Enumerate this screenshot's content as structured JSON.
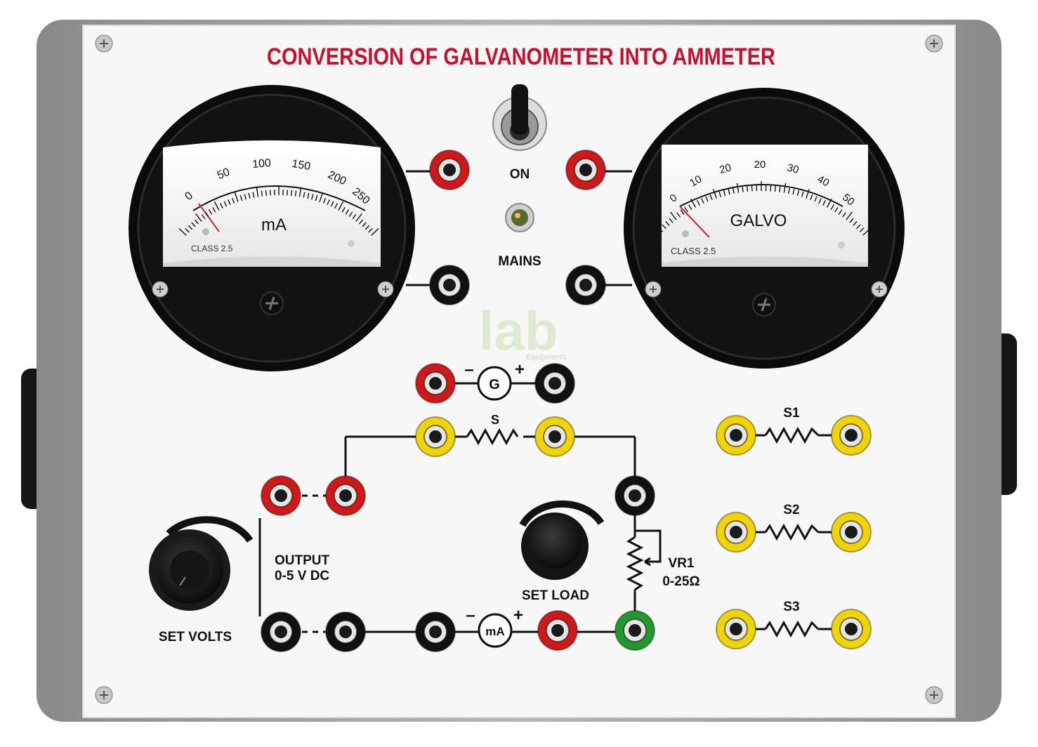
{
  "panel": {
    "title": "CONVERSION OF GALVANOMETER INTO AMMETER"
  },
  "switch": {
    "label": "ON"
  },
  "indicator": {
    "label": "MAINS"
  },
  "meter_ma": {
    "unit": "mA",
    "scale": [
      "0",
      "50",
      "100",
      "150",
      "200",
      "250"
    ],
    "class_text": "CLASS 2.5"
  },
  "meter_galvo": {
    "unit": "GALVO",
    "scale": [
      "0",
      "10",
      "20",
      "20",
      "30",
      "40",
      "50"
    ],
    "class_text": "CLASS 2.5"
  },
  "circuit": {
    "galvo_symbol": "G",
    "galvo_minus": "–",
    "galvo_plus": "+",
    "shunt_label": "S",
    "ammeter_symbol": "mA",
    "ammeter_minus": "–",
    "ammeter_plus": "+",
    "vr1_label": "VR1",
    "vr1_range": "0-25Ω",
    "output_label": "OUTPUT",
    "output_range": "0-5 V DC",
    "set_volts_label": "SET VOLTS",
    "set_load_label": "SET LOAD"
  },
  "resistors": [
    {
      "label": "S1"
    },
    {
      "label": "S2"
    },
    {
      "label": "S3"
    }
  ],
  "watermark": {
    "main": "lab",
    "sub": "Equipments"
  },
  "colors": {
    "title": "#c8102e",
    "socket_red": "#d01818",
    "socket_black": "#111111",
    "socket_yellow": "#f2d500",
    "socket_green": "#1f9a2e",
    "case_grey": "#9c9c9c",
    "panel_white": "#f7f7f7"
  }
}
